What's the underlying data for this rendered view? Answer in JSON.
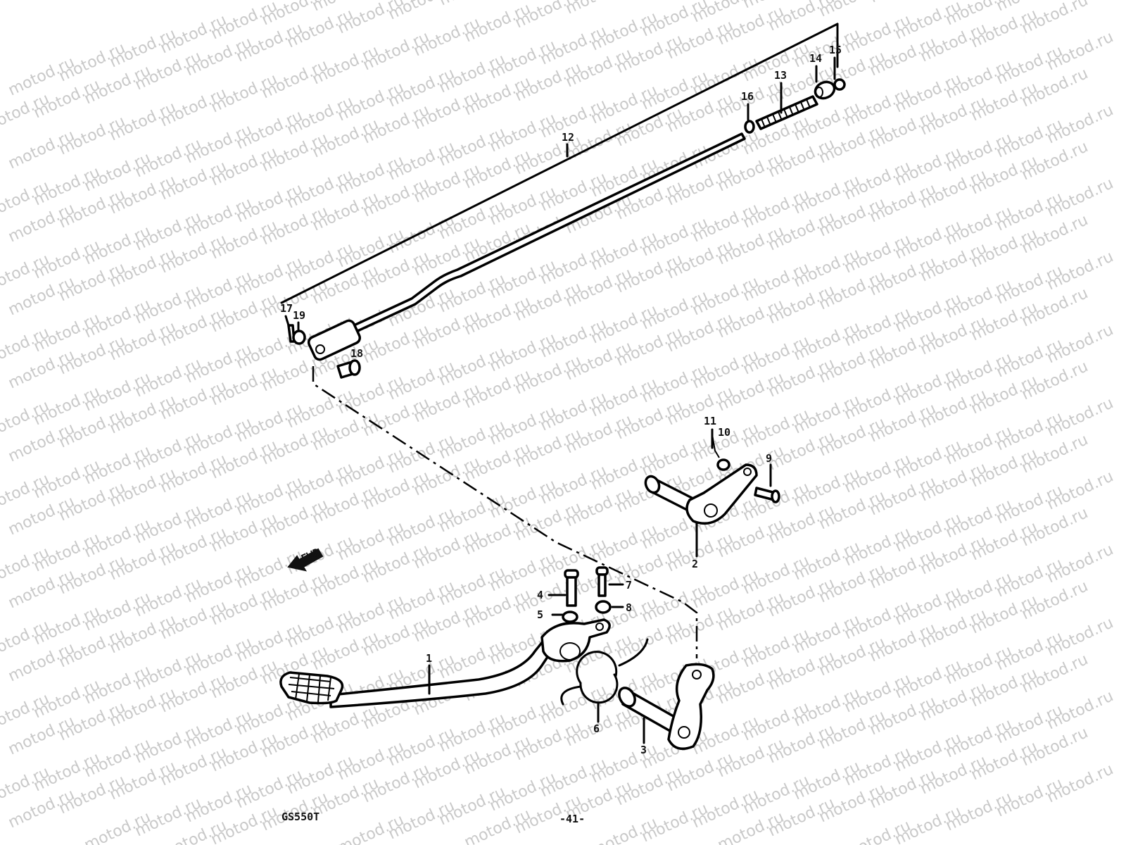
{
  "watermark": {
    "text": "motod.ru"
  },
  "callouts": [
    "1",
    "2",
    "3",
    "4",
    "5",
    "6",
    "7",
    "8",
    "9",
    "10",
    "11",
    "12",
    "13",
    "14",
    "15",
    "16",
    "17",
    "18",
    "19"
  ],
  "footer": {
    "model": "GS550T",
    "page": "-41-"
  },
  "direction_mark": {
    "icon": "fwd-arrow-icon",
    "text": "FWD"
  }
}
